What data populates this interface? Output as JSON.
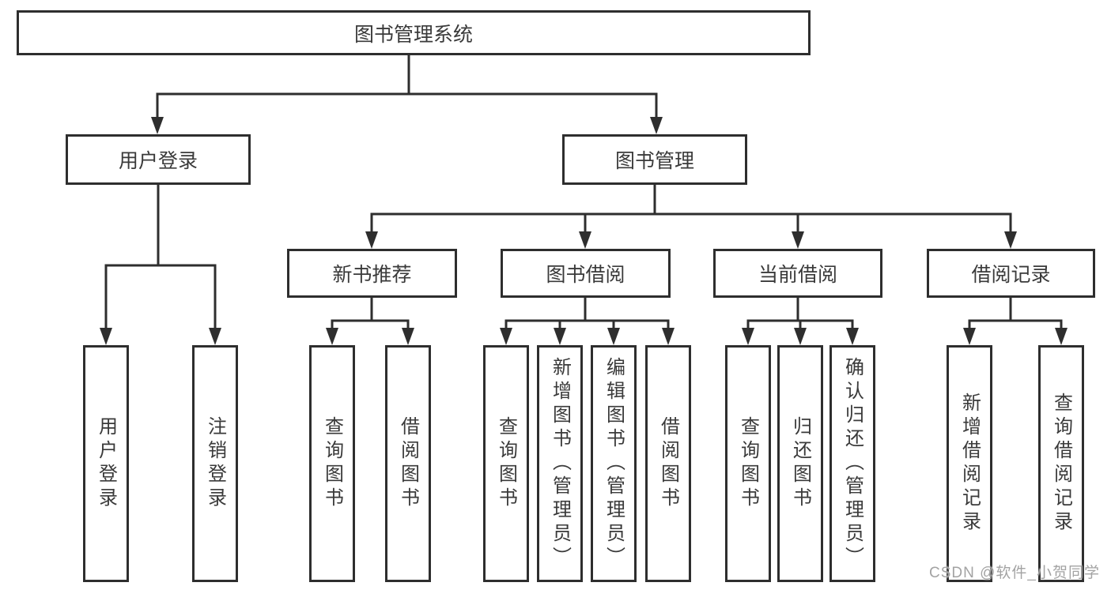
{
  "tree": {
    "root": {
      "label": "图书管理系统"
    },
    "children": [
      {
        "label": "用户登录",
        "children": [
          {
            "label": "用户登录"
          },
          {
            "label": "注销登录"
          }
        ]
      },
      {
        "label": "图书管理",
        "children": [
          {
            "label": "新书推荐",
            "children": [
              {
                "label": "查询图书"
              },
              {
                "label": "借阅图书"
              }
            ]
          },
          {
            "label": "图书借阅",
            "children": [
              {
                "label": "查询图书"
              },
              {
                "label": "新增图书（管理员）"
              },
              {
                "label": "编辑图书（管理员）"
              },
              {
                "label": "借阅图书"
              }
            ]
          },
          {
            "label": "当前借阅",
            "children": [
              {
                "label": "查询图书"
              },
              {
                "label": "归还图书"
              },
              {
                "label": "确认归还（管理员）"
              }
            ]
          },
          {
            "label": "借阅记录",
            "children": [
              {
                "label": "新增借阅记录"
              },
              {
                "label": "查询借阅记录"
              }
            ]
          }
        ]
      }
    ]
  },
  "watermark": {
    "text": "CSDN @软件_小贺同学"
  },
  "colors": {
    "line": "#2e2e2e",
    "text": "#3a3a3a",
    "box_background": "#ffffff",
    "background": "#ffffff",
    "watermark": "#a3a3a3"
  }
}
